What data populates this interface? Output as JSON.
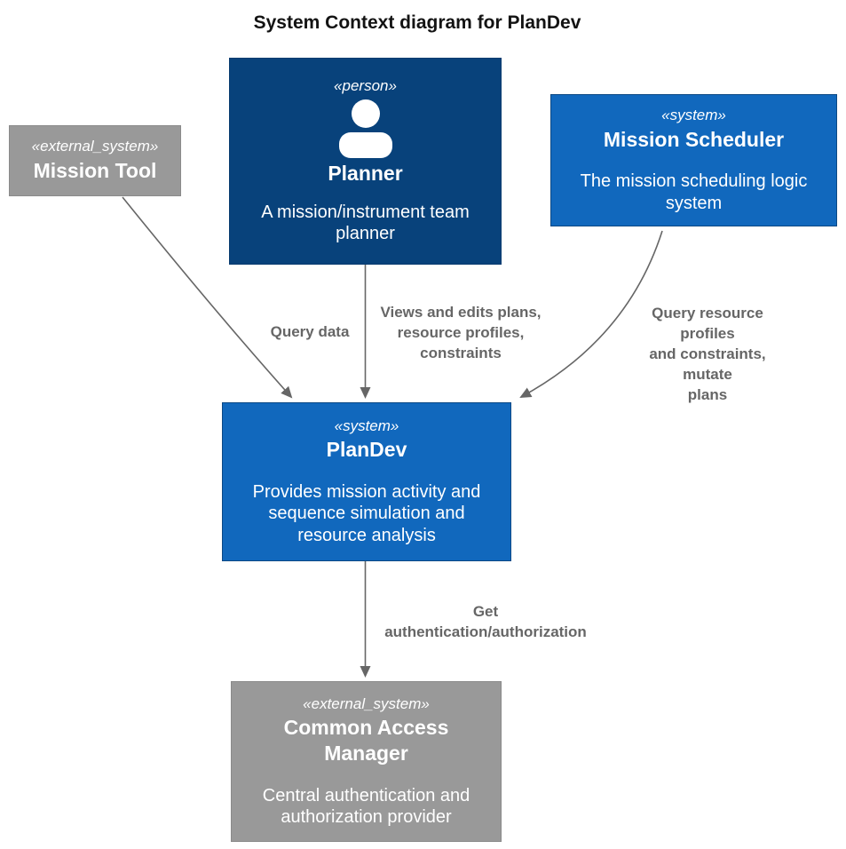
{
  "title": "System Context diagram for PlanDev",
  "colors": {
    "person_bg": "#08427B",
    "system_bg": "#1168BD",
    "external_system_bg": "#999999",
    "node_text": "#FFFFFF",
    "edge_line": "#666666",
    "edge_label_text": "#666666",
    "title_text": "#131313",
    "canvas_bg": "#FFFFFF"
  },
  "nodes": {
    "planner": {
      "stereotype": "«person»",
      "name": "Planner",
      "description": "A mission/instrument team planner",
      "icon": "person-icon"
    },
    "mission_tool": {
      "stereotype": "«external_system»",
      "name": "Mission Tool"
    },
    "mission_scheduler": {
      "stereotype": "«system»",
      "name": "Mission Scheduler",
      "description": "The mission scheduling logic system"
    },
    "plandev": {
      "stereotype": "«system»",
      "name": "PlanDev",
      "description": "Provides mission activity and sequence simulation and resource analysis"
    },
    "common_access_manager": {
      "stereotype": "«external_system»",
      "name": "Common Access Manager",
      "description": "Central authentication and authorization provider"
    }
  },
  "edges": {
    "mission_tool_to_plandev": {
      "from": "Mission Tool",
      "to": "PlanDev",
      "label": "Query data"
    },
    "planner_to_plandev": {
      "from": "Planner",
      "to": "PlanDev",
      "label": "Views and edits plans,\nresource profiles,\nconstraints"
    },
    "mission_scheduler_to_plandev": {
      "from": "Mission Scheduler",
      "to": "PlanDev",
      "label": "Query resource profiles\nand constraints, mutate\nplans"
    },
    "plandev_to_common_access_manager": {
      "from": "PlanDev",
      "to": "Common Access Manager",
      "label": "Get\nauthentication/authorization"
    }
  }
}
